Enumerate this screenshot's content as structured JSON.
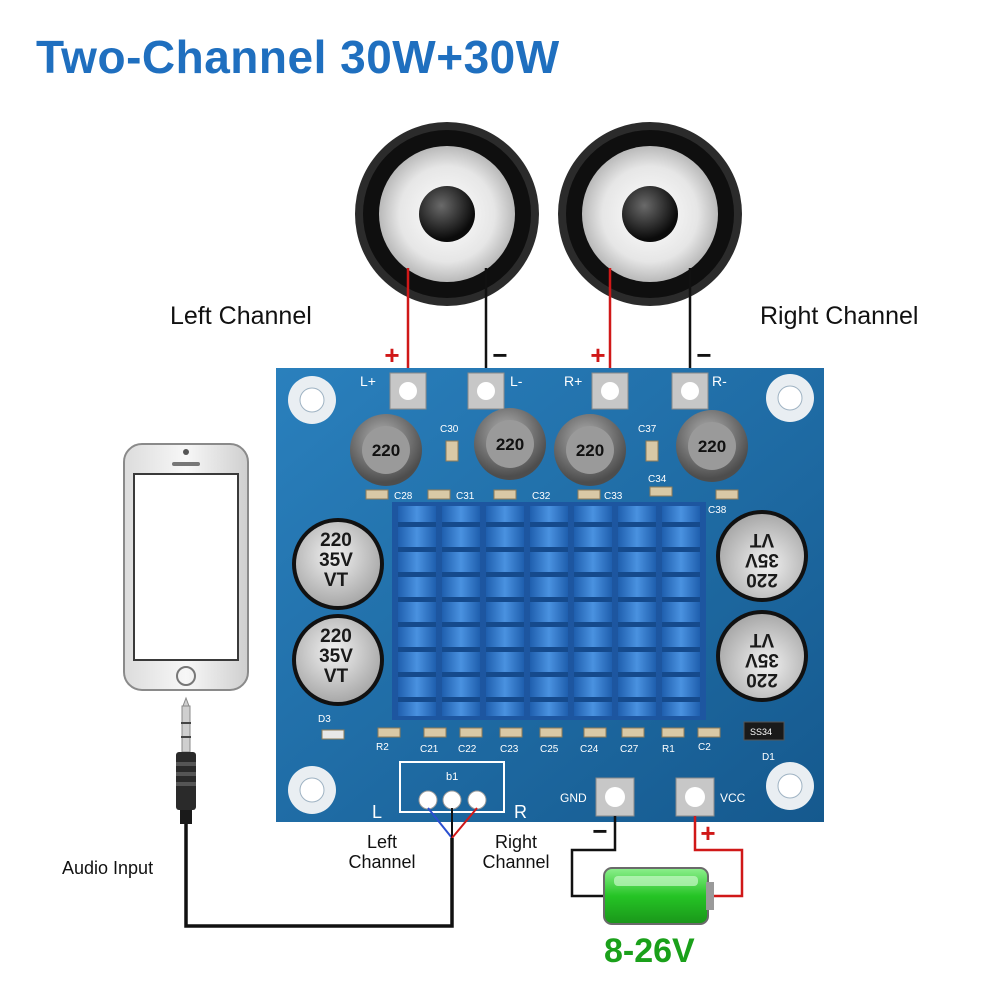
{
  "title": "Two-Channel 30W+30W",
  "labels": {
    "left_channel": "Left Channel",
    "right_channel": "Right Channel",
    "audio_input": "Audio Input",
    "input_left": "Left\nChannel",
    "input_right": "Right\nChannel",
    "voltage": "8-26V"
  },
  "board": {
    "terminals": [
      "L+",
      "L-",
      "R+",
      "R-"
    ],
    "power_terminals": [
      "GND",
      "VCC"
    ],
    "input_pins": [
      "L",
      "R"
    ],
    "input_marker": "b1",
    "inductor_value": "220",
    "capacitor_text": [
      "220",
      "35V",
      "VT"
    ],
    "component_labels": [
      "C30",
      "C37",
      "C34",
      "C28",
      "C31",
      "C32",
      "C33",
      "C38",
      "D3",
      "R2",
      "C21",
      "C22",
      "C23",
      "C25",
      "C24",
      "C27",
      "R1",
      "C2",
      "D1",
      "SS34"
    ]
  },
  "polarity": {
    "plus": "+",
    "minus": "−"
  },
  "colors": {
    "title": "#1f6fbf",
    "pcb": "#1e6fa8",
    "heatsink": "#3a7fd0",
    "wire_positive": "#d01818",
    "wire_negative": "#111111",
    "battery": "#2ecc2e",
    "voltage_text": "#1aa01a"
  }
}
